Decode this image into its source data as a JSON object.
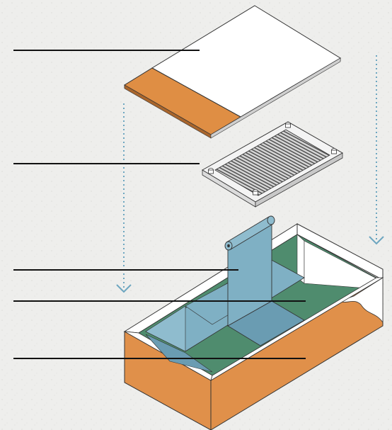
{
  "diagram": {
    "description_labels": [],
    "colors": {
      "paper_background": "#eeeeec",
      "paper_speckle": "#e2e2df",
      "lid_white": "#ffffff",
      "lid_orange": "#df8e44",
      "box_orange": "#e0904a",
      "liner_blue": "#7fb0c4",
      "liner_blue_dark": "#6a9cb2",
      "inner_green": "#4f8c6e",
      "heatsink_fin": "#b9b9b9",
      "outline": "#333333",
      "leader_line": "#111111",
      "arrow_dotted": "#6da6c0"
    },
    "parts": [
      {
        "name": "lid-plate"
      },
      {
        "name": "heatsink-tray"
      },
      {
        "name": "rolled-liner"
      },
      {
        "name": "inner-base"
      },
      {
        "name": "outer-box"
      }
    ],
    "leader_lines_count": 5,
    "arrows": [
      {
        "name": "left-drop-arrow",
        "direction": "down"
      },
      {
        "name": "right-drop-arrow",
        "direction": "down"
      }
    ]
  }
}
